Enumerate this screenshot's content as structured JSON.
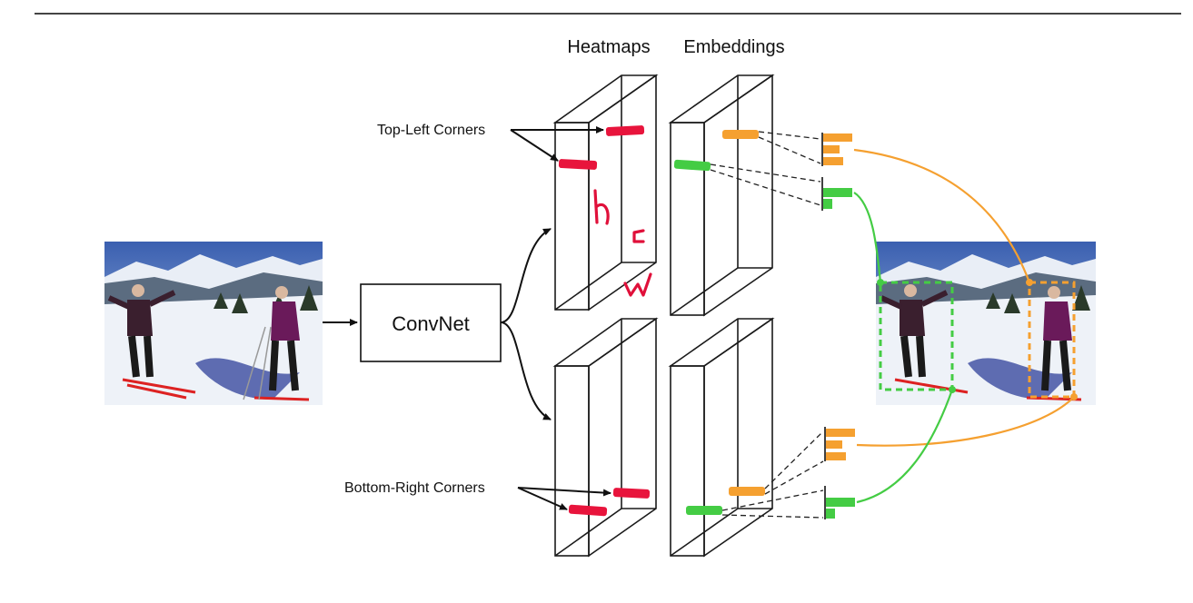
{
  "labels": {
    "heatmaps": "Heatmaps",
    "embeddings": "Embeddings",
    "top_left": "Top-Left Corners",
    "bottom_right": "Bottom-Right Corners",
    "convnet": "ConvNet"
  },
  "colors": {
    "heatmap_mark": "#e8143c",
    "tl_embedding": "#f5a030",
    "br_embedding": "#44cc44",
    "orange_link": "#f5a030",
    "green_link": "#44cc44",
    "sky_top": "#3a5fb0",
    "sky_bottom": "#aac6e8",
    "snow": "#eef2f8",
    "trees": "#2a3a2a"
  },
  "icons": {
    "input_photo": "skiers-photo",
    "output_photo": "skiers-photo-with-boxes"
  }
}
